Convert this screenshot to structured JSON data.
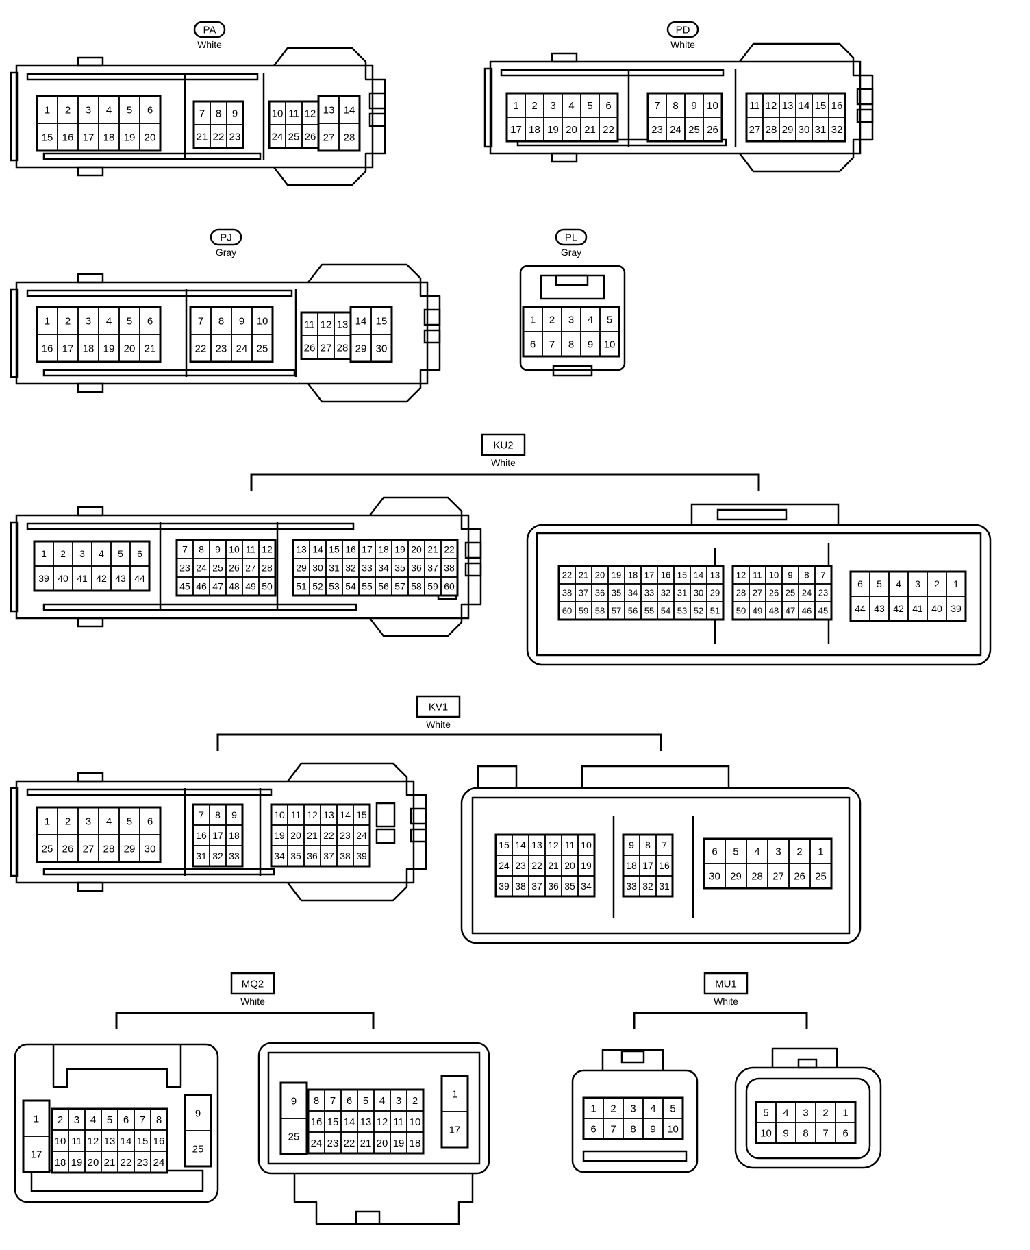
{
  "connectors": [
    {
      "id": "PA",
      "name_style": "pill",
      "color_label": "White",
      "groups": [
        {
          "name": "A",
          "rows": [
            [
              "1",
              "2",
              "3",
              "4",
              "5",
              "6"
            ],
            [
              "15",
              "16",
              "17",
              "18",
              "19",
              "20"
            ]
          ]
        },
        {
          "name": "B",
          "rows": [
            [
              "7",
              "8",
              "9"
            ],
            [
              "21",
              "22",
              "23"
            ]
          ]
        },
        {
          "name": "C",
          "rows": [
            [
              "10",
              "11",
              "12"
            ],
            [
              "24",
              "25",
              "26"
            ]
          ]
        },
        {
          "name": "D",
          "rows": [
            [
              "13",
              "14"
            ],
            [
              "27",
              "28"
            ]
          ]
        }
      ]
    },
    {
      "id": "PD",
      "name_style": "pill",
      "color_label": "White",
      "groups": [
        {
          "name": "A",
          "rows": [
            [
              "1",
              "2",
              "3",
              "4",
              "5",
              "6"
            ],
            [
              "17",
              "18",
              "19",
              "20",
              "21",
              "22"
            ]
          ]
        },
        {
          "name": "B",
          "rows": [
            [
              "7",
              "8",
              "9",
              "10"
            ],
            [
              "23",
              "24",
              "25",
              "26"
            ]
          ]
        },
        {
          "name": "C",
          "rows": [
            [
              "11",
              "12",
              "13",
              "14",
              "15",
              "16"
            ],
            [
              "27",
              "28",
              "29",
              "30",
              "31",
              "32"
            ]
          ]
        }
      ]
    },
    {
      "id": "PJ",
      "name_style": "pill",
      "color_label": "Gray",
      "groups": [
        {
          "name": "A",
          "rows": [
            [
              "1",
              "2",
              "3",
              "4",
              "5",
              "6"
            ],
            [
              "16",
              "17",
              "18",
              "19",
              "20",
              "21"
            ]
          ]
        },
        {
          "name": "B",
          "rows": [
            [
              "7",
              "8",
              "9",
              "10"
            ],
            [
              "22",
              "23",
              "24",
              "25"
            ]
          ]
        },
        {
          "name": "C",
          "rows": [
            [
              "11",
              "12",
              "13"
            ],
            [
              "26",
              "27",
              "28"
            ]
          ]
        },
        {
          "name": "D",
          "rows": [
            [
              "14",
              "15"
            ],
            [
              "29",
              "30"
            ]
          ]
        }
      ]
    },
    {
      "id": "PL",
      "name_style": "pill",
      "color_label": "Gray",
      "groups": [
        {
          "name": "A",
          "rows": [
            [
              "1",
              "2",
              "3",
              "4",
              "5"
            ],
            [
              "6",
              "7",
              "8",
              "9",
              "10"
            ]
          ]
        }
      ]
    },
    {
      "id": "KU2",
      "name_style": "box",
      "color_label": "White",
      "groups": [
        {
          "name": "L1",
          "rows": [
            [
              "1",
              "2",
              "3",
              "4",
              "5",
              "6"
            ],
            [
              "39",
              "40",
              "41",
              "42",
              "43",
              "44"
            ]
          ]
        },
        {
          "name": "L2",
          "rows": [
            [
              "7",
              "8",
              "9",
              "10",
              "11",
              "12"
            ],
            [
              "23",
              "24",
              "25",
              "26",
              "27",
              "28"
            ],
            [
              "45",
              "46",
              "47",
              "48",
              "49",
              "50"
            ]
          ]
        },
        {
          "name": "L3",
          "rows": [
            [
              "13",
              "14",
              "15",
              "16",
              "17",
              "18",
              "19",
              "20",
              "21",
              "22"
            ],
            [
              "29",
              "30",
              "31",
              "32",
              "33",
              "34",
              "35",
              "36",
              "37",
              "38"
            ],
            [
              "51",
              "52",
              "53",
              "54",
              "55",
              "56",
              "57",
              "58",
              "59",
              "60"
            ]
          ]
        },
        {
          "name": "R1",
          "rows": [
            [
              "22",
              "21",
              "20",
              "19",
              "18",
              "17",
              "16",
              "15",
              "14",
              "13"
            ],
            [
              "38",
              "37",
              "36",
              "35",
              "34",
              "33",
              "32",
              "31",
              "30",
              "29"
            ],
            [
              "60",
              "59",
              "58",
              "57",
              "56",
              "55",
              "54",
              "53",
              "52",
              "51"
            ]
          ]
        },
        {
          "name": "R2",
          "rows": [
            [
              "12",
              "11",
              "10",
              "9",
              "8",
              "7"
            ],
            [
              "28",
              "27",
              "26",
              "25",
              "24",
              "23"
            ],
            [
              "50",
              "49",
              "48",
              "47",
              "46",
              "45"
            ]
          ]
        },
        {
          "name": "R3",
          "rows": [
            [
              "6",
              "5",
              "4",
              "3",
              "2",
              "1"
            ],
            [
              "44",
              "43",
              "42",
              "41",
              "40",
              "39"
            ]
          ]
        }
      ]
    },
    {
      "id": "KV1",
      "name_style": "box",
      "color_label": "White",
      "groups": [
        {
          "name": "L1",
          "rows": [
            [
              "1",
              "2",
              "3",
              "4",
              "5",
              "6"
            ],
            [
              "25",
              "26",
              "27",
              "28",
              "29",
              "30"
            ]
          ]
        },
        {
          "name": "L2",
          "rows": [
            [
              "7",
              "8",
              "9"
            ],
            [
              "16",
              "17",
              "18"
            ],
            [
              "31",
              "32",
              "33"
            ]
          ]
        },
        {
          "name": "L3",
          "rows": [
            [
              "10",
              "11",
              "12",
              "13",
              "14",
              "15"
            ],
            [
              "19",
              "20",
              "21",
              "22",
              "23",
              "24"
            ],
            [
              "34",
              "35",
              "36",
              "37",
              "38",
              "39"
            ]
          ]
        },
        {
          "name": "R1",
          "rows": [
            [
              "15",
              "14",
              "13",
              "12",
              "11",
              "10"
            ],
            [
              "24",
              "23",
              "22",
              "21",
              "20",
              "19"
            ],
            [
              "39",
              "38",
              "37",
              "36",
              "35",
              "34"
            ]
          ]
        },
        {
          "name": "R2",
          "rows": [
            [
              "9",
              "8",
              "7"
            ],
            [
              "18",
              "17",
              "16"
            ],
            [
              "33",
              "32",
              "31"
            ]
          ]
        },
        {
          "name": "R3",
          "rows": [
            [
              "6",
              "5",
              "4",
              "3",
              "2",
              "1"
            ],
            [
              "30",
              "29",
              "28",
              "27",
              "26",
              "25"
            ]
          ]
        }
      ]
    },
    {
      "id": "MQ2",
      "name_style": "box",
      "color_label": "White",
      "groups": [
        {
          "name": "L-left",
          "rows": [
            [
              "1"
            ],
            [
              "17"
            ]
          ]
        },
        {
          "name": "L-center",
          "rows": [
            [
              "2",
              "3",
              "4",
              "5",
              "6",
              "7",
              "8"
            ],
            [
              "10",
              "11",
              "12",
              "13",
              "14",
              "15",
              "16"
            ],
            [
              "18",
              "19",
              "20",
              "21",
              "22",
              "23",
              "24"
            ]
          ]
        },
        {
          "name": "L-right",
          "rows": [
            [
              "9"
            ],
            [
              "25"
            ]
          ]
        },
        {
          "name": "R-left",
          "rows": [
            [
              "9"
            ],
            [
              "25"
            ]
          ]
        },
        {
          "name": "R-center",
          "rows": [
            [
              "8",
              "7",
              "6",
              "5",
              "4",
              "3",
              "2"
            ],
            [
              "16",
              "15",
              "14",
              "13",
              "12",
              "11",
              "10"
            ],
            [
              "24",
              "23",
              "22",
              "21",
              "20",
              "19",
              "18"
            ]
          ]
        },
        {
          "name": "R-right",
          "rows": [
            [
              "1"
            ],
            [
              "17"
            ]
          ]
        }
      ]
    },
    {
      "id": "MU1",
      "name_style": "box",
      "color_label": "White",
      "groups": [
        {
          "name": "L",
          "rows": [
            [
              "1",
              "2",
              "3",
              "4",
              "5"
            ],
            [
              "6",
              "7",
              "8",
              "9",
              "10"
            ]
          ]
        },
        {
          "name": "R",
          "rows": [
            [
              "5",
              "4",
              "3",
              "2",
              "1"
            ],
            [
              "10",
              "9",
              "8",
              "7",
              "6"
            ]
          ]
        }
      ]
    }
  ]
}
